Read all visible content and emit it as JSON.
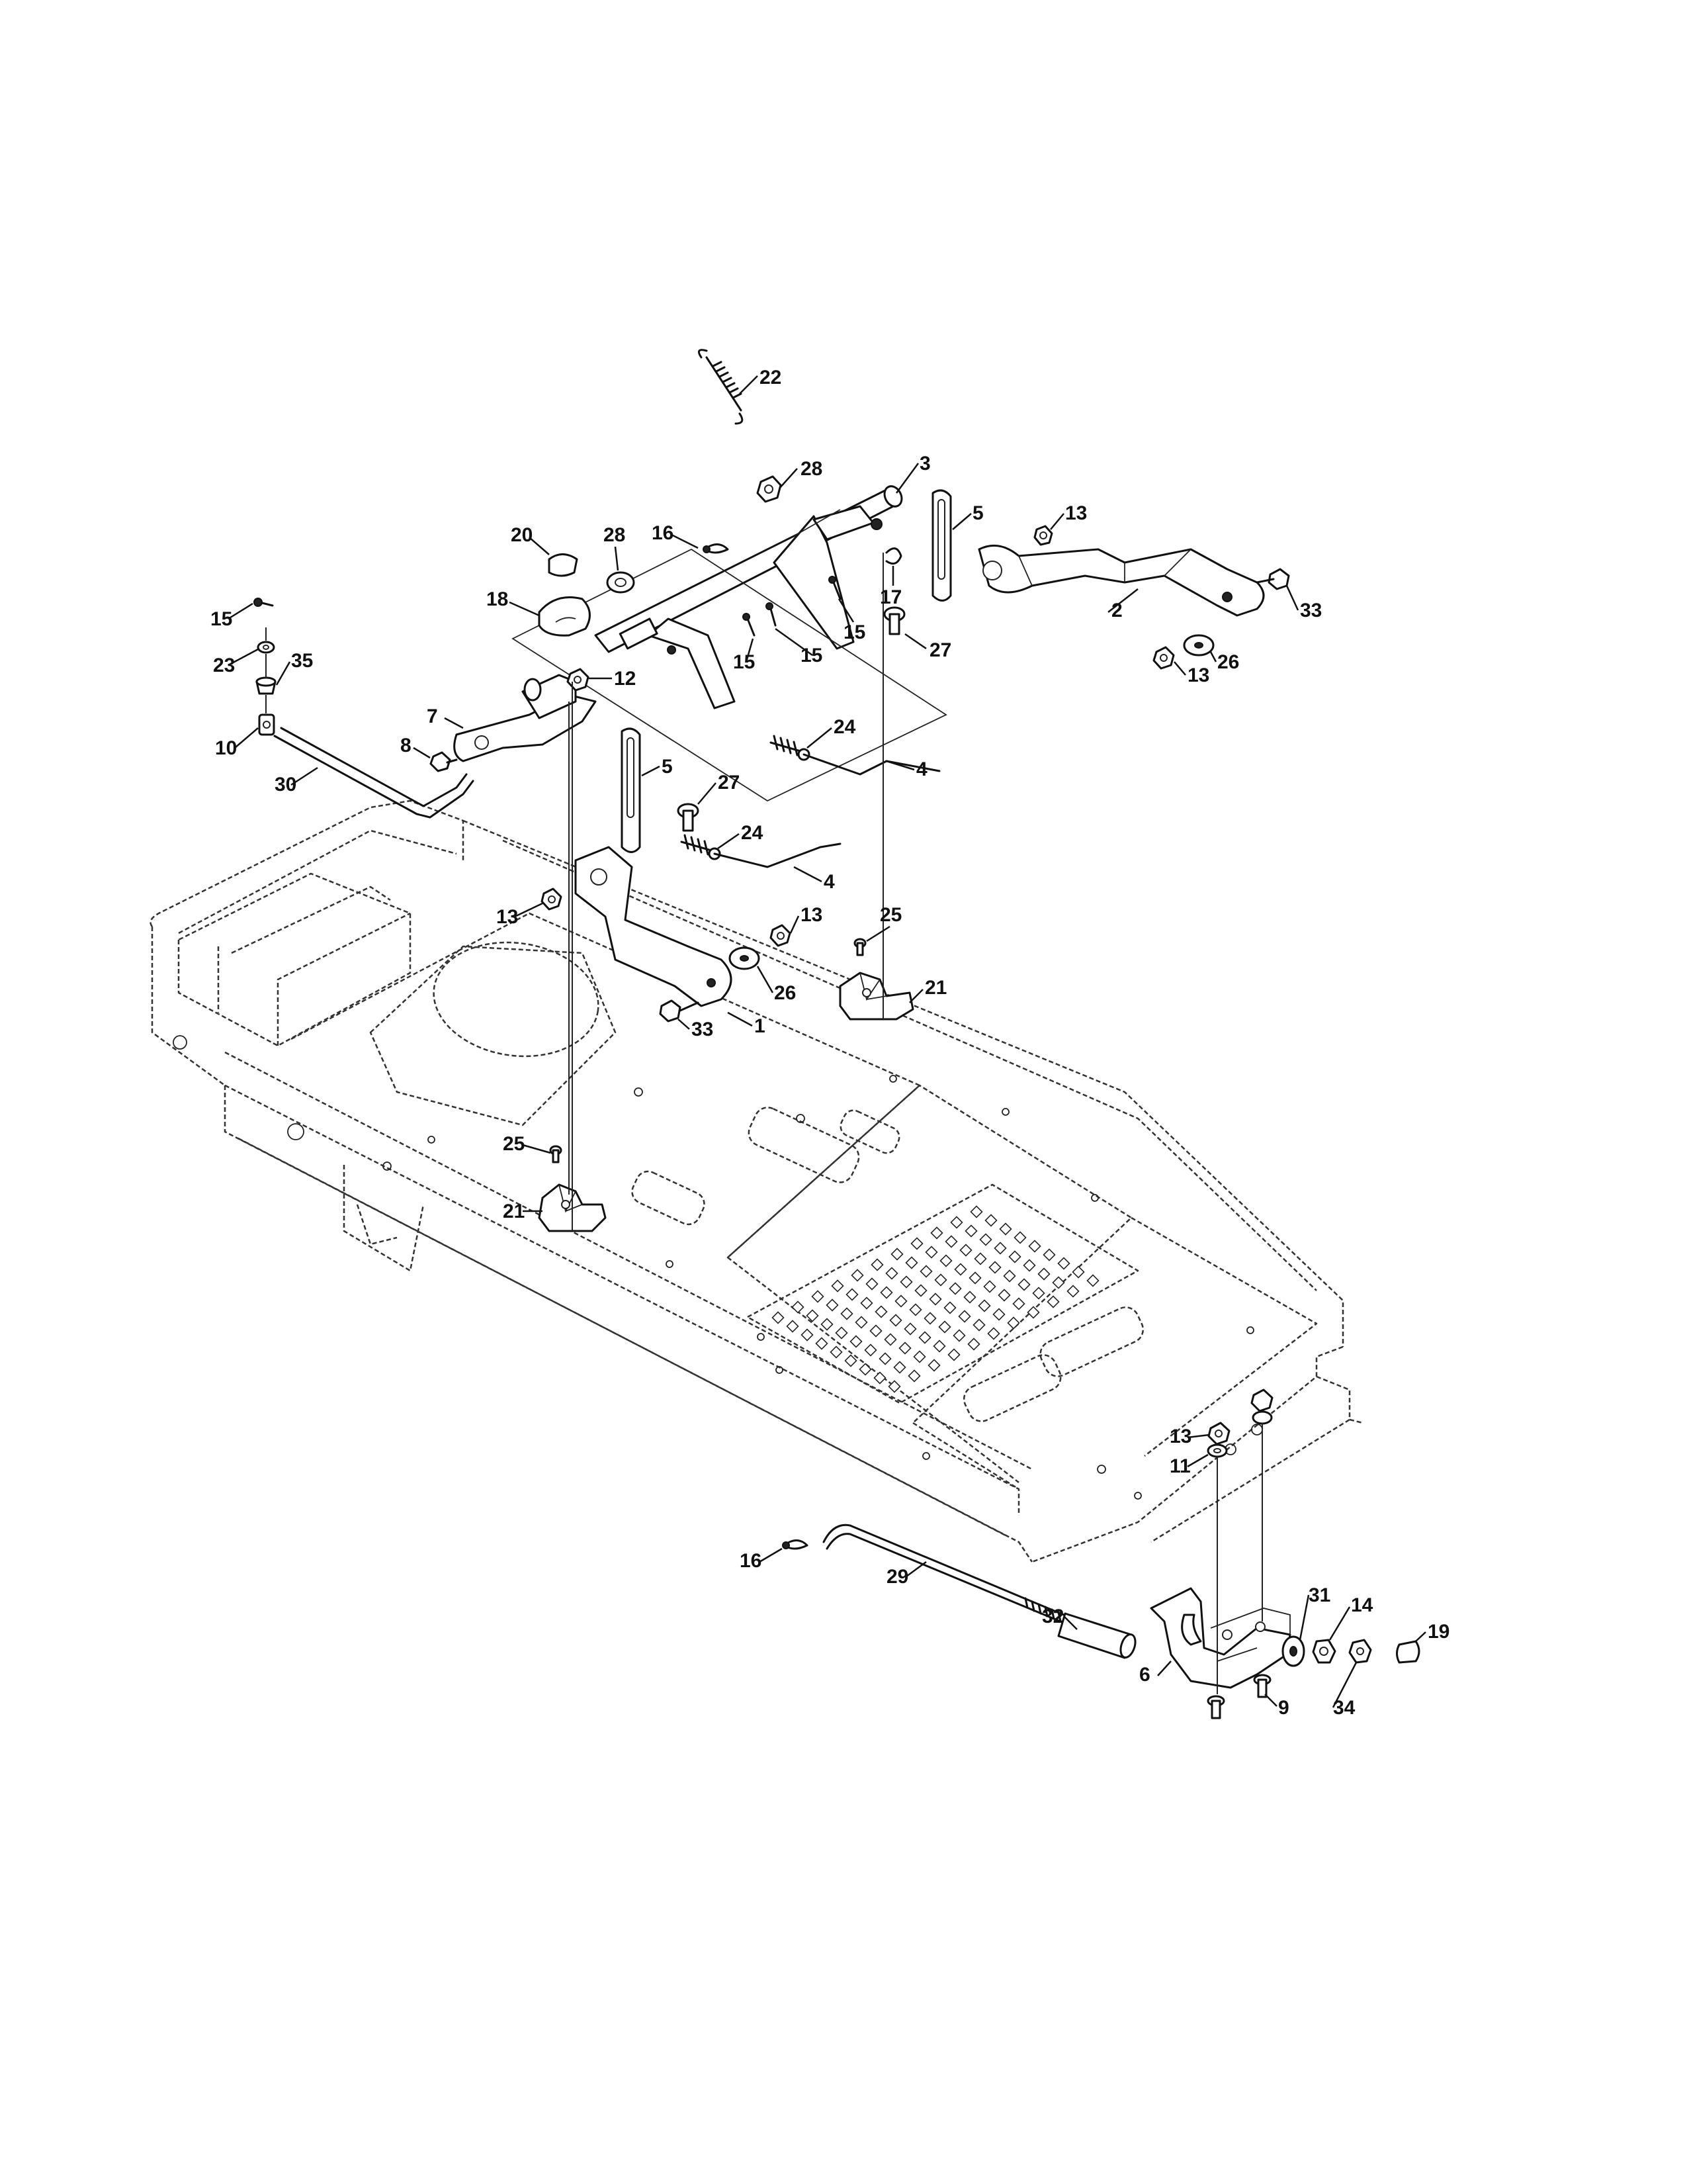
{
  "diagram": {
    "type": "exploded-parts-diagram",
    "callouts": [
      {
        "label": "22"
      },
      {
        "label": "28"
      },
      {
        "label": "3"
      },
      {
        "label": "5"
      },
      {
        "label": "13"
      },
      {
        "label": "20"
      },
      {
        "label": "28"
      },
      {
        "label": "16"
      },
      {
        "label": "17"
      },
      {
        "label": "2"
      },
      {
        "label": "33"
      },
      {
        "label": "18"
      },
      {
        "label": "15"
      },
      {
        "label": "15"
      },
      {
        "label": "15"
      },
      {
        "label": "27"
      },
      {
        "label": "26"
      },
      {
        "label": "13"
      },
      {
        "label": "15"
      },
      {
        "label": "12"
      },
      {
        "label": "23"
      },
      {
        "label": "35"
      },
      {
        "label": "7"
      },
      {
        "label": "24"
      },
      {
        "label": "10"
      },
      {
        "label": "8"
      },
      {
        "label": "4"
      },
      {
        "label": "30"
      },
      {
        "label": "5"
      },
      {
        "label": "27"
      },
      {
        "label": "24"
      },
      {
        "label": "4"
      },
      {
        "label": "13"
      },
      {
        "label": "13"
      },
      {
        "label": "25"
      },
      {
        "label": "21"
      },
      {
        "label": "26"
      },
      {
        "label": "33"
      },
      {
        "label": "1"
      },
      {
        "label": "25"
      },
      {
        "label": "21"
      },
      {
        "label": "13"
      },
      {
        "label": "11"
      },
      {
        "label": "16"
      },
      {
        "label": "29"
      },
      {
        "label": "32"
      },
      {
        "label": "31"
      },
      {
        "label": "14"
      },
      {
        "label": "19"
      },
      {
        "label": "6"
      },
      {
        "label": "9"
      },
      {
        "label": "34"
      }
    ]
  }
}
